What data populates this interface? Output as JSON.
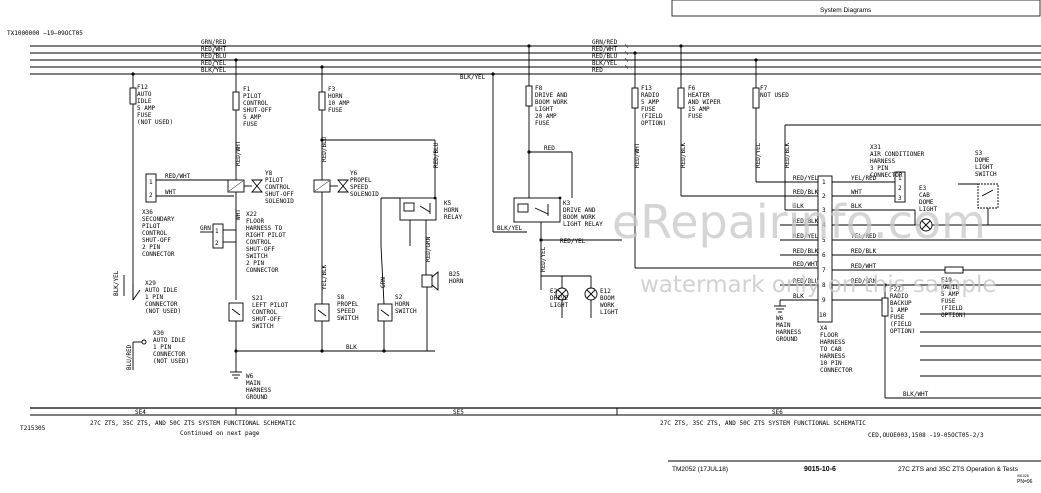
{
  "header": {
    "section_title": "System Diagrams",
    "doc_code": "TX1000000 —19—09OCT05"
  },
  "bus_wires": [
    "GRN/RED",
    "RED/WHT",
    "RED/BLU",
    "RED/YEL",
    "BLK/YEL",
    "RED"
  ],
  "fuses": {
    "f12": [
      "F12",
      "AUTO",
      "IDLE",
      "5 AMP",
      "FUSE",
      "(NOT USED)"
    ],
    "f1": [
      "F1",
      "PILOT",
      "CONTROL",
      "SHUT-OFF",
      "5 AMP",
      "FUSE"
    ],
    "f3": [
      "F3",
      "HORN",
      "10 AMP",
      "FUSE"
    ],
    "f8": [
      "F8",
      "DRIVE AND",
      "BOOM WORK",
      "LIGHT",
      "20 AMP",
      "FUSE"
    ],
    "f13": [
      "F13",
      "RADIO",
      "5 AMP",
      "FUSE",
      "(FIELD",
      "OPTION)"
    ],
    "f6": [
      "F6",
      "HEATER",
      "AND WIPER",
      "15 AMP",
      "FUSE"
    ],
    "f7": [
      "F7",
      "NOT USED"
    ],
    "f19": [
      "F19",
      "RADIO",
      "5 AMP",
      "FUSE",
      "(FIELD",
      "OPTION)"
    ],
    "f27": [
      "F27",
      "RADIO",
      "BACKUP",
      "1 AMP",
      "FUSE",
      "(FIELD",
      "OPTION)"
    ]
  },
  "components": {
    "y8": [
      "Y8",
      "PILOT",
      "CONTROL",
      "SHUT-OFF",
      "SOLENOID"
    ],
    "y6": [
      "Y6",
      "PROPEL",
      "SPEED",
      "SOLENOID"
    ],
    "k5": [
      "K5",
      "HORN",
      "RELAY"
    ],
    "k3": [
      "K3",
      "DRIVE AND",
      "BOOM WORK",
      "LIGHT RELAY"
    ],
    "x36": [
      "X36",
      "SECONDARY",
      "PILOT",
      "CONTROL",
      "SHUT-OFF",
      "2 PIN",
      "CONNECTOR"
    ],
    "x22": [
      "X22",
      "FLOOR",
      "HARNESS TO",
      "RIGHT PILOT",
      "CONTROL",
      "SHUT-OFF",
      "SWITCH",
      "2 PIN",
      "CONNECTOR"
    ],
    "x29": [
      "X29",
      "AUTO IDLE",
      "1 PIN",
      "CONNECTOR",
      "(NOT USED)"
    ],
    "x30": [
      "X30",
      "AUTO IDLE",
      "1 PIN",
      "CONNECTOR",
      "(NOT USED)"
    ],
    "s21": [
      "S21",
      "LEFT PILOT",
      "CONTROL",
      "SHUT-OFF",
      "SWITCH"
    ],
    "s8": [
      "S8",
      "PROPEL",
      "SPEED",
      "SWITCH"
    ],
    "s2": [
      "S2",
      "HORN",
      "SWITCH"
    ],
    "b25": [
      "B25",
      "HORN"
    ],
    "e2": [
      "E2",
      "DRIVE",
      "LIGHT"
    ],
    "e12": [
      "E12",
      "BOOM",
      "WORK",
      "LIGHT"
    ],
    "w6a": [
      "W6",
      "MAIN",
      "HARNESS",
      "GROUND"
    ],
    "w6b": [
      "W6",
      "MAIN",
      "HARNESS",
      "GROUND"
    ],
    "x31": [
      "X31",
      "AIR CONDITIONER",
      "HARNESS",
      "3 PIN",
      "CONNECTOR"
    ],
    "s3": [
      "S3",
      "DOME",
      "LIGHT",
      "SWITCH"
    ],
    "e3": [
      "E3",
      "CAB",
      "DOME",
      "LIGHT"
    ],
    "x4": [
      "X4",
      "FLOOR",
      "HARNESS",
      "TO CAB",
      "HARNESS",
      "10 PIN",
      "CONNECTOR"
    ]
  },
  "wire_labels": {
    "red_wht": "RED/WHT",
    "red_blu": "RED/BLU",
    "red_yel": "RED/YEL",
    "red_blk": "RED/BLK",
    "red_grn": "RED/GRN",
    "blk_yel": "BLK/YEL",
    "blu_red": "BLU/RED",
    "blk_wht": "BLK/WHT",
    "yel_blk": "YEL/BLK",
    "yel_red": "YEL/RED",
    "grn_red": "GRN/RED",
    "red_wht_2": "RED/WHT",
    "wht": "WHT",
    "grn": "GRN",
    "blk": "BLK",
    "red": "RED",
    "pins": [
      "1",
      "2"
    ],
    "x4_pins": [
      "1",
      "2",
      "3",
      "4",
      "5",
      "6",
      "7",
      "8",
      "9",
      "10"
    ],
    "x31_pins": [
      "1",
      "2",
      "3"
    ]
  },
  "sections": [
    "SE4",
    "SE5",
    "SE6"
  ],
  "footer": {
    "schematic_title_left": "27C ZTS, 35C ZTS, AND 50C ZTS SYSTEM FUNCTIONAL SCHEMATIC",
    "schematic_title_right": "27C ZTS, 35C ZTS, AND 50C ZTS SYSTEM FUNCTIONAL SCHEMATIC",
    "continued": "Continued on next page",
    "figure_id": "T215305",
    "ref_code": "CED,OUOE003,1508 -19-05OCT05-2/3",
    "manual_code": "TM2052 (17JUL18)",
    "page_number": "9015-10-6",
    "manual_title": "27C ZTS and 35C ZTS Operation & Tests",
    "page_id": "PN=96",
    "small_code": "051028"
  },
  "watermarks": {
    "site": "eRepairinfo.com",
    "note": "watermark only on this sample"
  }
}
